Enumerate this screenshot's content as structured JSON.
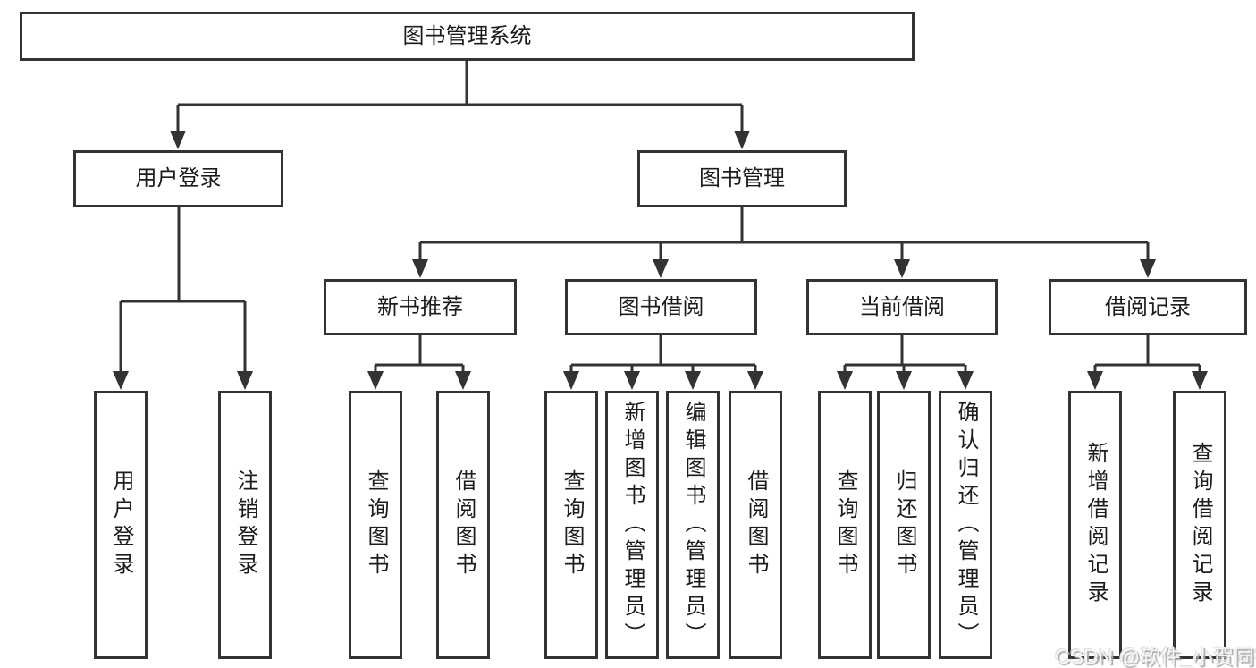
{
  "tree": {
    "label": "图书管理系统",
    "children": [
      {
        "label": "用户登录",
        "children": [
          {
            "label": "用户登录"
          },
          {
            "label": "注销登录"
          }
        ]
      },
      {
        "label": "图书管理",
        "children": [
          {
            "label": "新书推荐",
            "children": [
              {
                "label": "查询图书"
              },
              {
                "label": "借阅图书"
              }
            ]
          },
          {
            "label": "图书借阅",
            "children": [
              {
                "label": "查询图书"
              },
              {
                "label": "新增图书（管理员）"
              },
              {
                "label": "编辑图书（管理员）"
              },
              {
                "label": "借阅图书"
              }
            ]
          },
          {
            "label": "当前借阅",
            "children": [
              {
                "label": "查询图书"
              },
              {
                "label": "归还图书"
              },
              {
                "label": "确认归还（管理员）"
              }
            ]
          },
          {
            "label": "借阅记录",
            "children": [
              {
                "label": "新增借阅记录"
              },
              {
                "label": "查询借阅记录"
              }
            ]
          }
        ]
      }
    ]
  },
  "watermark": {
    "text": "CSDN @软件_小贺同学"
  },
  "colors": {
    "line": "#333333",
    "box_border": "#333333",
    "text": "#1c1c1c",
    "background": "#ffffff",
    "watermark": "#cfcfcf"
  }
}
